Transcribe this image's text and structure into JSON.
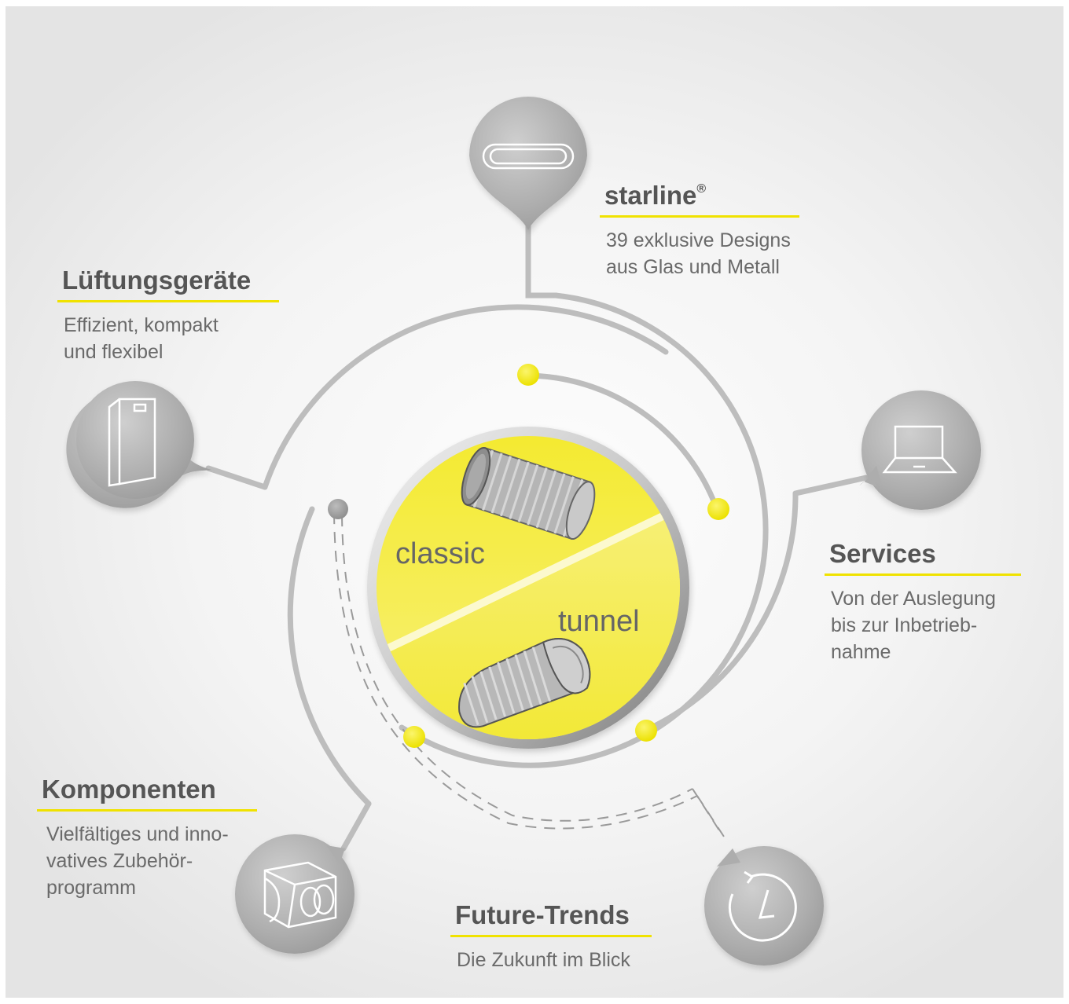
{
  "center": {
    "top_label": "classic",
    "bottom_label": "tunnel"
  },
  "nodes": {
    "starline": {
      "title": "starline",
      "title_mark": "®",
      "lines": [
        "39 exklusive Designs",
        "aus Glas und Metall"
      ],
      "icon": "vent-grille-icon"
    },
    "lueftung": {
      "title": "Lüftungsgeräte",
      "lines": [
        "Effizient, kompakt",
        "und flexibel"
      ],
      "icon": "ventilation-unit-icon"
    },
    "services": {
      "title": "Services",
      "lines": [
        "Von der Auslegung",
        "bis zur Inbetrieb-",
        "nahme"
      ],
      "icon": "laptop-icon"
    },
    "komponenten": {
      "title": "Komponenten",
      "lines": [
        "Vielfältiges und inno-",
        "vatives Zubehör-",
        "programm"
      ],
      "icon": "duct-connector-icon"
    },
    "future": {
      "title": "Future-Trends",
      "lines": [
        "Die Zukunft im Blick"
      ],
      "icon": "clock-icon"
    }
  },
  "colors": {
    "accent_yellow": "#f0e200",
    "line_gray": "#bdbdbd",
    "bubble_gray": "#a9a9a9"
  }
}
